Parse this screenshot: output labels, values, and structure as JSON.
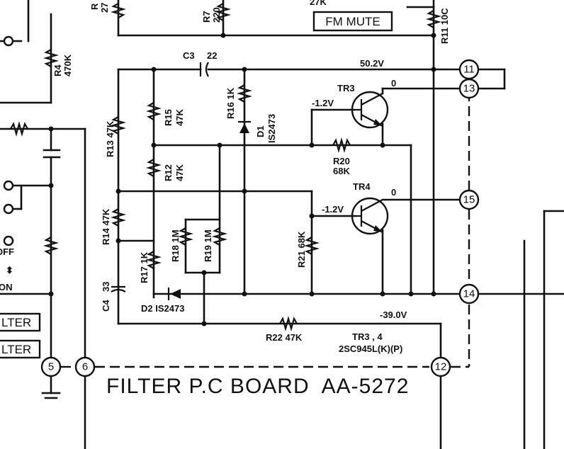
{
  "board_title": "FILTER P.C BOARD  AA-5272",
  "fm_mute": "FM MUTE",
  "voltages": {
    "supply": "50.2V",
    "tr3_base": "-1.2V",
    "tr4_base": "-1.2V",
    "negative": "-39.0V",
    "tr3_collector": "0",
    "tr4_collector": "0"
  },
  "transistors": {
    "tr3": "TR3",
    "tr4": "TR4",
    "type_line1": "TR3 , 4",
    "type_line2": "2SC945L(K)(P)"
  },
  "terminals": [
    "11",
    "13",
    "15",
    "14",
    "12",
    "5",
    "6"
  ],
  "components": {
    "c3_name": "C3",
    "c3_value": "22",
    "c4_name": "C4",
    "c4_value": "33",
    "d1_name": "D1",
    "d1_value": "IS2473",
    "d2_label": "D2 IS2473",
    "r4_name": "R4",
    "r4_value": "470K",
    "r7_name": "R7",
    "r7_value": "220",
    "r11_label": "R11 10C",
    "r12_name": "R12",
    "r12_value": "47K",
    "r13_label": "R13 47K",
    "r14_label": "R14 47K",
    "r15_name": "R15",
    "r15_value": "47K",
    "r16_label": "R16 1K",
    "r17_label": "R17 1K",
    "r18_label": "R18 1M",
    "r19_label": "R19 1M",
    "r20_name": "R20",
    "r20_value": "68K",
    "r21_label": "R21 68K",
    "r22_label": "R22 47K",
    "top_partial_27k": "27K",
    "top_partial_r": "R",
    "top_partial_27": "27"
  },
  "left_labels": {
    "filter1": "LTER",
    "filter2": "LTER",
    "off": "OFF",
    "on": "ON",
    "arrow": "⬍"
  }
}
